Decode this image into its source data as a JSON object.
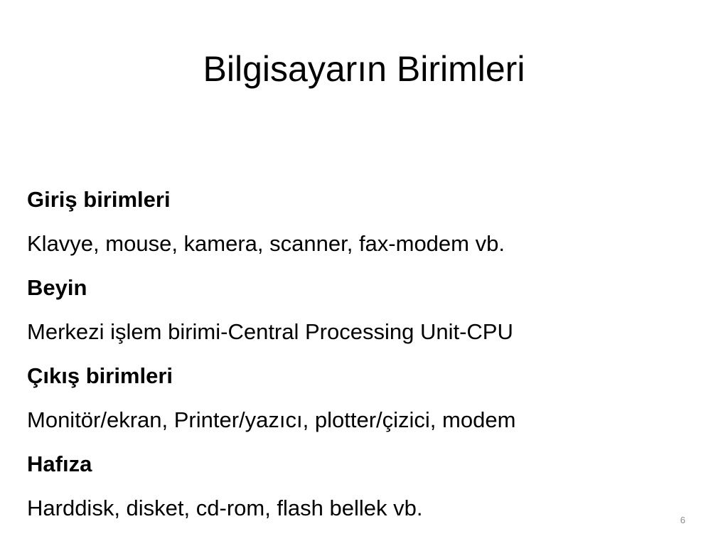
{
  "slide": {
    "title": "Bilgisayarın Birimleri",
    "lines": [
      {
        "text": "Giriş birimleri",
        "bold": true
      },
      {
        "text": "Klavye, mouse, kamera, scanner, fax-modem vb.",
        "bold": false
      },
      {
        "text": "Beyin",
        "bold": true
      },
      {
        "text": "Merkezi işlem birimi-Central Processing Unit-CPU",
        "bold": false
      },
      {
        "text": "Çıkış birimleri",
        "bold": true
      },
      {
        "text": "Monitör/ekran, Printer/yazıcı, plotter/çizici, modem",
        "bold": false
      },
      {
        "text": "Hafıza",
        "bold": true
      },
      {
        "text": "Harddisk, disket, cd-rom, flash bellek vb.",
        "bold": false
      }
    ],
    "page_number": "6"
  }
}
